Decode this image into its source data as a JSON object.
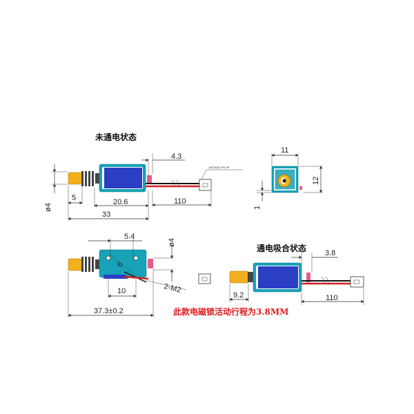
{
  "titles": {
    "unpowered": "未通电状态",
    "powered": "通电吸合状态"
  },
  "note": "此款电磁锁活动行程为3.8MM",
  "connector_label": "1007#26L PH-2P",
  "colors": {
    "frame": "#17a2b8",
    "frame_dark": "#0e7f93",
    "coil": "#2a3fc4",
    "plunger": "#f2b01e",
    "spring": "#444444",
    "wire_red": "#d42020",
    "wire_black": "#111111",
    "pink_cap": "#e85a8c",
    "note_red": "#e11b1b",
    "connector": "#ffffff"
  },
  "dims": {
    "top_4_3": "4.3",
    "top_5": "5",
    "top_20_6": "20.6",
    "top_33": "33",
    "top_110": "110",
    "top_phi4": "ø4",
    "end_11": "11",
    "end_12": "12",
    "end_1": "1",
    "mid_5_4": "5.4",
    "mid_phi4": "ø4",
    "mid_6": "6",
    "mid_10": "10",
    "mid_m2": "2-M2",
    "mid_37_3": "37.3±0.2",
    "right_3_8": "3.8",
    "right_9_2": "9.2",
    "right_110": "110"
  }
}
